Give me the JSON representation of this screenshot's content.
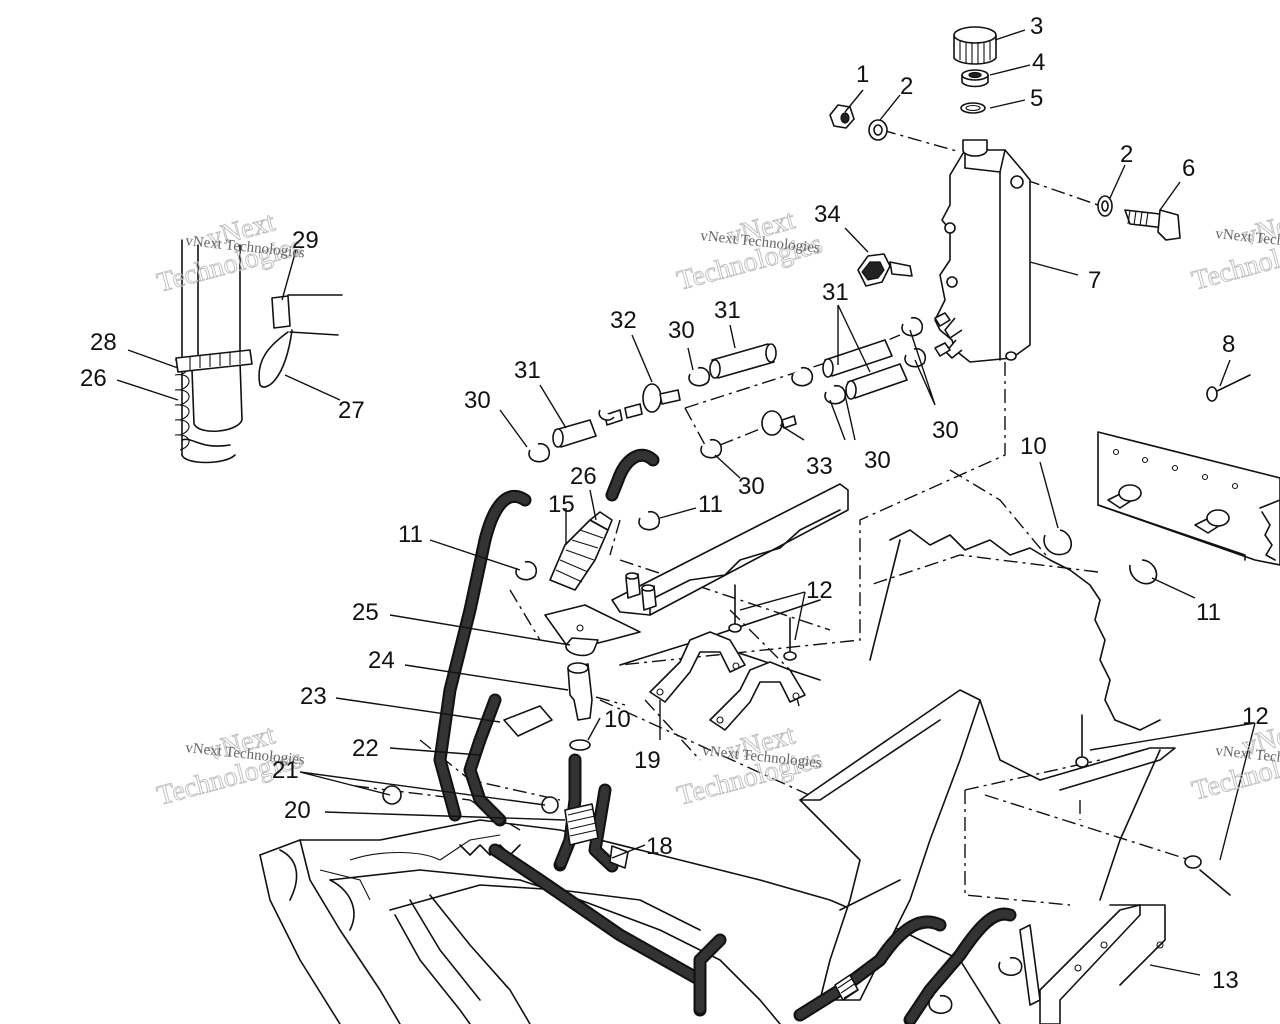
{
  "diagram": {
    "callouts": [
      {
        "id": "c1",
        "label": "1"
      },
      {
        "id": "c2a",
        "label": "2"
      },
      {
        "id": "c3",
        "label": "3"
      },
      {
        "id": "c4",
        "label": "4"
      },
      {
        "id": "c5",
        "label": "5"
      },
      {
        "id": "c2b",
        "label": "2"
      },
      {
        "id": "c6",
        "label": "6"
      },
      {
        "id": "c7",
        "label": "7"
      },
      {
        "id": "c8",
        "label": "8"
      },
      {
        "id": "c34",
        "label": "34"
      },
      {
        "id": "c29",
        "label": "29"
      },
      {
        "id": "c28",
        "label": "28"
      },
      {
        "id": "c26a",
        "label": "26"
      },
      {
        "id": "c27",
        "label": "27"
      },
      {
        "id": "c31a",
        "label": "31"
      },
      {
        "id": "c32",
        "label": "32"
      },
      {
        "id": "c30a",
        "label": "30"
      },
      {
        "id": "c31b",
        "label": "31"
      },
      {
        "id": "c31c",
        "label": "31"
      },
      {
        "id": "c30b",
        "label": "30"
      },
      {
        "id": "c30c",
        "label": "30"
      },
      {
        "id": "c30d",
        "label": "30"
      },
      {
        "id": "c33",
        "label": "33"
      },
      {
        "id": "c30e",
        "label": "30"
      },
      {
        "id": "c26b",
        "label": "26"
      },
      {
        "id": "c15",
        "label": "15"
      },
      {
        "id": "c11a",
        "label": "11"
      },
      {
        "id": "c11b",
        "label": "11"
      },
      {
        "id": "c10a",
        "label": "10"
      },
      {
        "id": "c11c",
        "label": "11"
      },
      {
        "id": "c12a",
        "label": "12"
      },
      {
        "id": "c25",
        "label": "25"
      },
      {
        "id": "c24",
        "label": "24"
      },
      {
        "id": "c23",
        "label": "23"
      },
      {
        "id": "c10b",
        "label": "10"
      },
      {
        "id": "c22",
        "label": "22"
      },
      {
        "id": "c21",
        "label": "21"
      },
      {
        "id": "c20",
        "label": "20"
      },
      {
        "id": "c19",
        "label": "19"
      },
      {
        "id": "c18",
        "label": "18"
      },
      {
        "id": "c12b",
        "label": "12"
      },
      {
        "id": "c13",
        "label": "13"
      }
    ],
    "watermarks": [
      {
        "id": "w1",
        "big": "vNext",
        "big2": "Technologies",
        "small": "vNext Technologies"
      },
      {
        "id": "w2",
        "big": "vNext",
        "big2": "Technologies",
        "small": "vNext Technologies"
      },
      {
        "id": "w3",
        "big": "vNext",
        "big2": "Technologies",
        "small": "vNext Technologies"
      },
      {
        "id": "w4",
        "big": "vNext",
        "big2": "Technologies",
        "small": "vNext Technologies"
      },
      {
        "id": "w5",
        "big": "vNext",
        "big2": "Technologies",
        "small": "vNext Technologies"
      },
      {
        "id": "w6",
        "big": "vNext",
        "big2": "Technologies",
        "small": "vNext Technologies"
      }
    ]
  }
}
